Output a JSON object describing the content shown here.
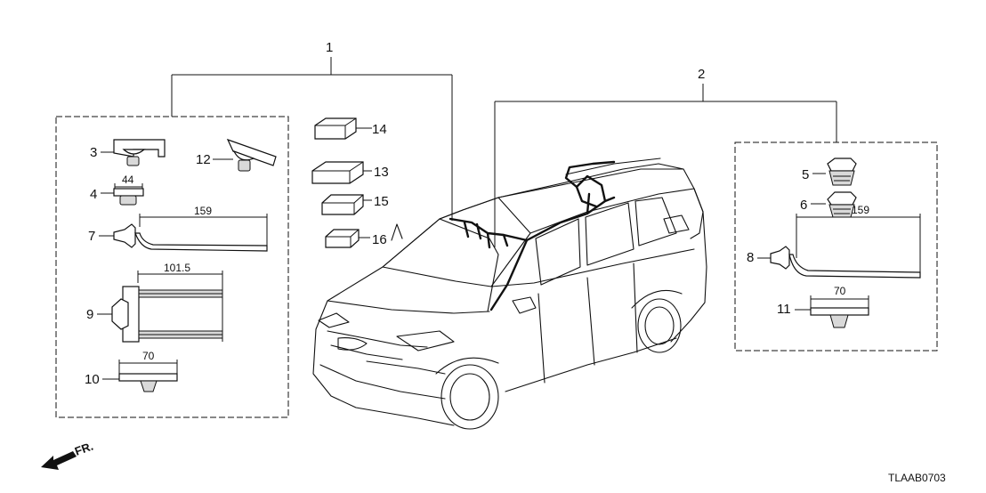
{
  "diagram": {
    "code": "TLAAB0703",
    "front_label": "FR.",
    "group_labels": {
      "g1": "1",
      "g2": "2"
    },
    "parts": {
      "p3": "3",
      "p4": "4",
      "p5": "5",
      "p6": "6",
      "p7": "7",
      "p8": "8",
      "p9": "9",
      "p10": "10",
      "p11": "11",
      "p12": "12",
      "p13": "13",
      "p14": "14",
      "p15": "15",
      "p16": "16"
    },
    "dimensions": {
      "d4": "44",
      "d7": "159",
      "d9": "101.5",
      "d10": "70",
      "d8": "159",
      "d11": "70"
    }
  }
}
